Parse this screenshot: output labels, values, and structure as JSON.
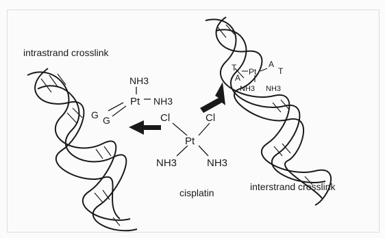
{
  "labels": {
    "intrastrand": "intrastrand crosslink",
    "interstrand": "interstrand crosslink",
    "cisplatin": "cisplatin"
  },
  "intrastrand_adduct": {
    "metal": "Pt",
    "ligands": [
      "NH3",
      "NH3"
    ],
    "bases": [
      "G",
      "G"
    ]
  },
  "cisplatin_molecule": {
    "metal": "Pt",
    "chlorides": [
      "Cl",
      "Cl"
    ],
    "amines": [
      "NH3",
      "NH3"
    ]
  },
  "interstrand_adduct": {
    "metal": "Pt",
    "bases": [
      "A",
      "A"
    ],
    "termini": [
      "T",
      "T"
    ],
    "amines": [
      "NH3",
      "NH3"
    ]
  },
  "colors": {
    "ink": "#1a1a1a",
    "background": "#fbfbfb"
  }
}
